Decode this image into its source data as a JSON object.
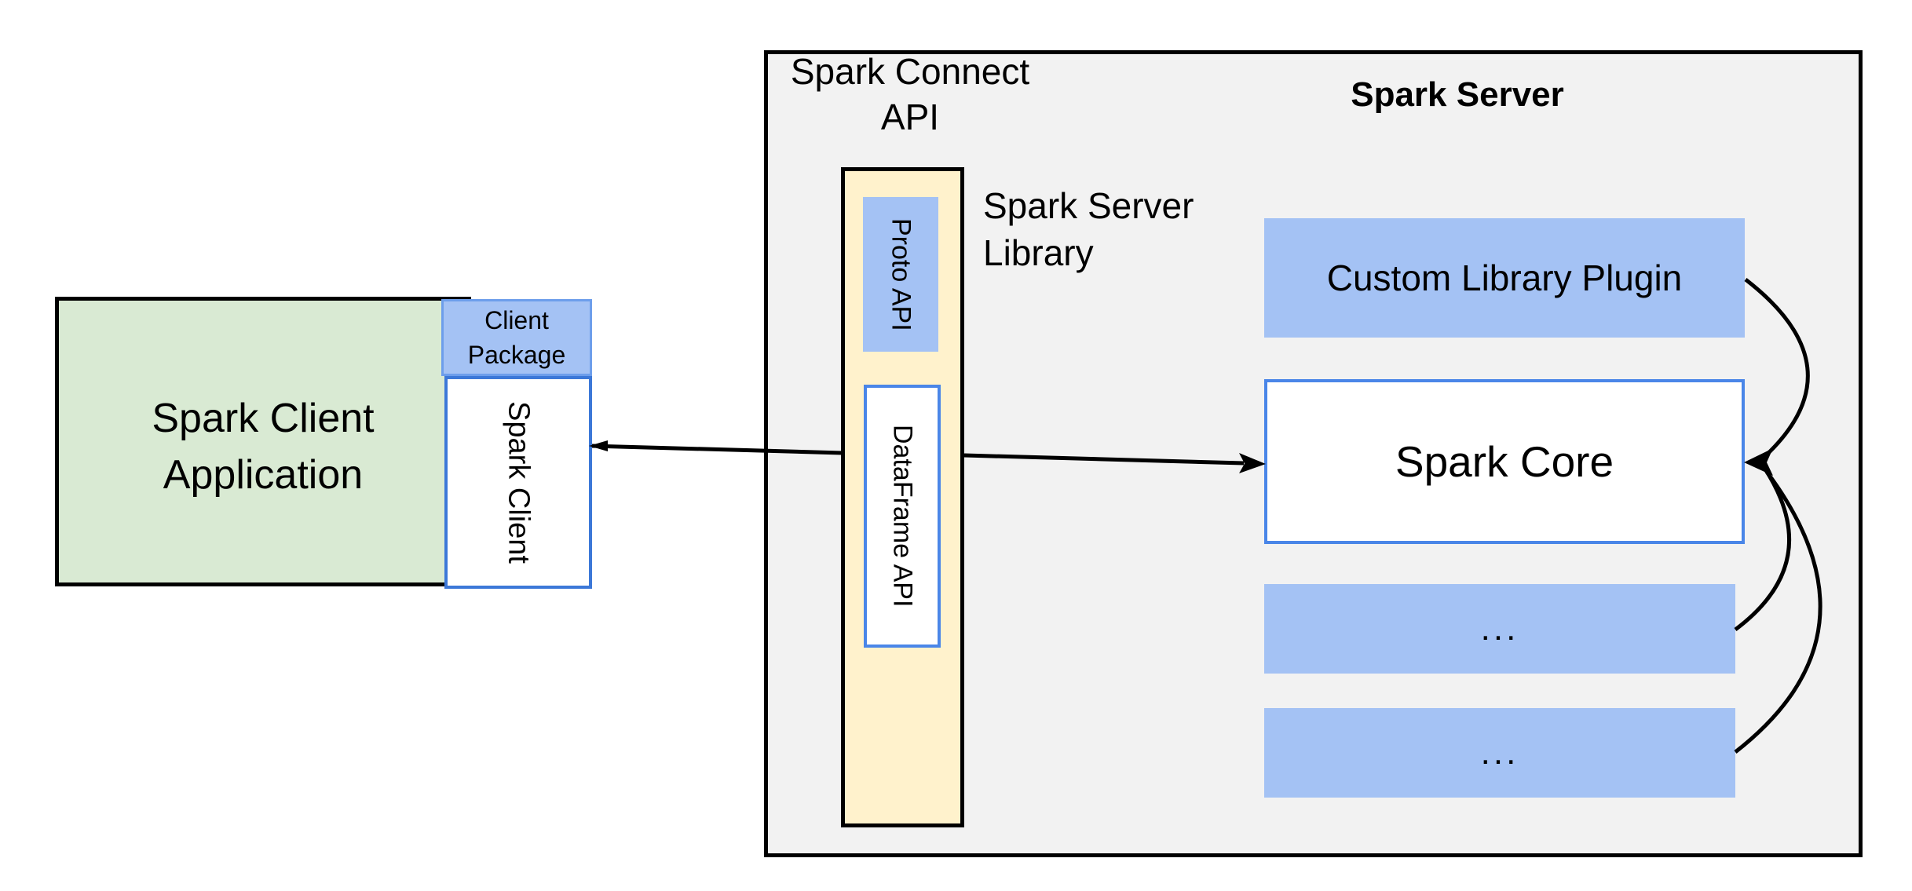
{
  "colors": {
    "bg": "#ffffff",
    "green": "#D9EAD3",
    "blue": "#A4C2F4",
    "yellow": "#FFF2CC",
    "gray": "#F2F2F2",
    "blue-border": "#4A86E8",
    "blue-border-dark": "#3C78D8",
    "blue-border-light": "#6D9EEB",
    "line": "#000000"
  },
  "client": {
    "application_label": "Spark Client Application",
    "package_label": "Client Package",
    "spark_client_label": "Spark Client"
  },
  "connect": {
    "panel_title": "Spark Connect API",
    "proto_api_label": "Proto API",
    "dataframe_api_label": "DataFrame API",
    "server_library_label": "Spark Server Library"
  },
  "server": {
    "title": "Spark Server",
    "plugin_label": "Custom Library Plugin",
    "core_label": "Spark Core",
    "ellipsis_box_1": "...",
    "ellipsis_box_2": "..."
  }
}
